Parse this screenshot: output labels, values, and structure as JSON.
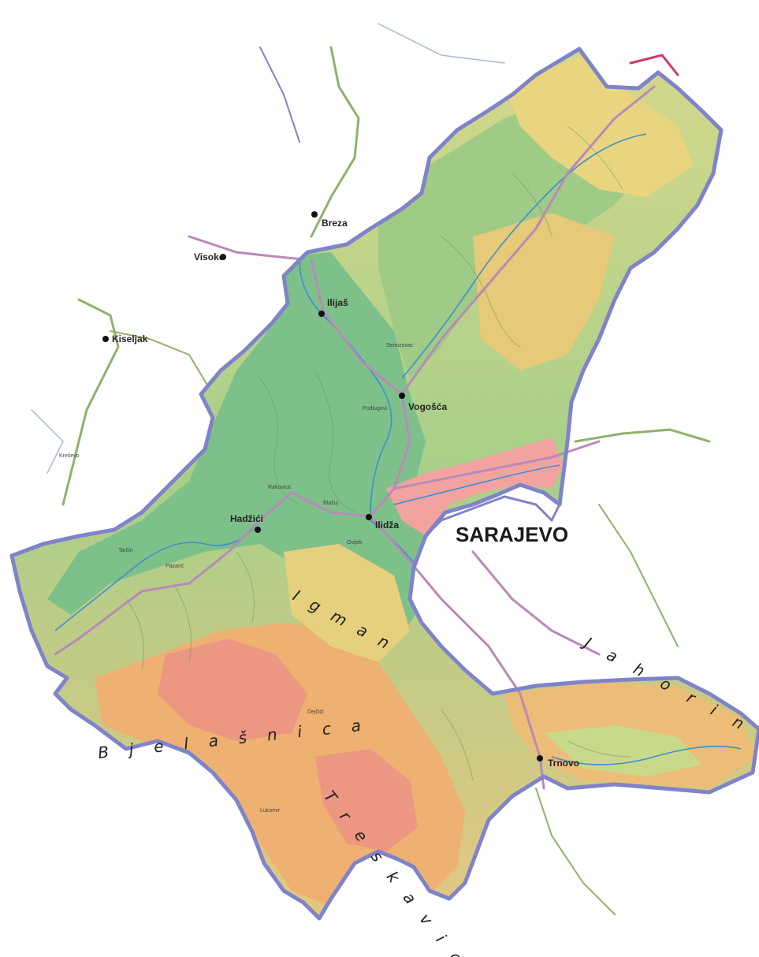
{
  "map": {
    "capital_label": "SARAJEVO",
    "towns": [
      {
        "name": "Breza"
      },
      {
        "name": "Visoko"
      },
      {
        "name": "Ilijaš"
      },
      {
        "name": "Kiseljak"
      },
      {
        "name": "Vogošća"
      },
      {
        "name": "Hadžići"
      },
      {
        "name": "Ilidža"
      },
      {
        "name": "Trnovo"
      }
    ],
    "mountain_labels": [
      {
        "text": "Igman"
      },
      {
        "text": "Bjelašnica"
      },
      {
        "text": "Treskavica"
      },
      {
        "text": "Jahorina"
      }
    ],
    "minor_labels": [
      "Tarčin",
      "Pazarić",
      "Kreševo",
      "Semizovac",
      "Podlugovi",
      "Rakovica",
      "Blažuj",
      "Osijek",
      "Dejčići",
      "Lukomir"
    ],
    "colors": {
      "lowland": "#7ec08a",
      "midland": "#c7d98c",
      "upland": "#ecd27e",
      "highland": "#eeb171",
      "summit": "#ec9782",
      "urban": "#f2a3a0",
      "border": "#7f83c9",
      "road": "#b88ab8",
      "river": "#3d8fd0"
    }
  }
}
